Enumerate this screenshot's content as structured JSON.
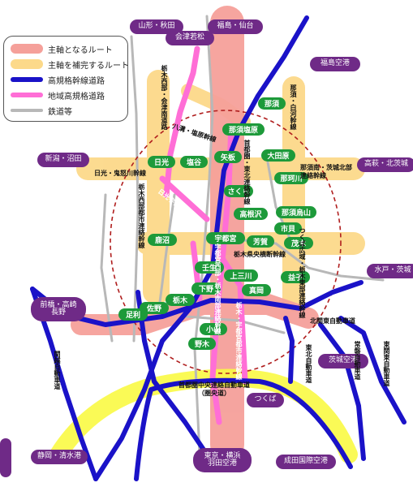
{
  "legend": {
    "main_axis": "主軸となるルート",
    "supplement_axis": "主軸を補完するルート",
    "highway": "高規格幹線道路",
    "regional_highway": "地域高規格道路",
    "railway": "鉄道等"
  },
  "colors": {
    "main_axis": "#f5a09a",
    "supplement_axis": "#fcd98a",
    "highway": "#1a12c8",
    "regional_highway": "#ff6ed6",
    "railway": "#b8b8b8",
    "city_marker": "#1d9a3a",
    "destination_marker": "#6f2a87",
    "boundary": "#b01e1e"
  },
  "destinations": {
    "yamagata_akita": "山形・秋田",
    "aizu_wakamatsu": "会津若松",
    "fukushima_sendai": "福島・仙台",
    "fukushima_airport": "福島空港",
    "niigata_numata": "新潟・沼田",
    "takahagi_hokusui": "高萩・北茨城",
    "mito_ibaraki": "水戸・茨城",
    "maebashi_takasaki_nagano": "前橋・高崎\n長野",
    "ibaraki_airport": "茨城空港",
    "tsukuba": "つくば",
    "shizuoka_shimizu": "静岡・清水港",
    "tokyo_yokohama": "東京・横浜\n羽田空港",
    "narita_airport": "成田国際空港"
  },
  "cities": {
    "nasu": "那須",
    "nasushiobara": "那須塩原",
    "otawara": "大田原",
    "nakagawa": "那珂川",
    "yaita": "矢板",
    "nikko": "日光",
    "shioya": "塩谷",
    "sakura": "さくら",
    "takanezawa": "高根沢",
    "nasukarasuyama": "那須烏山",
    "ichikai": "市貝",
    "utsunomiya": "宇都宮",
    "haga": "芳賀",
    "kanuma": "鹿沼",
    "motegi": "茂木",
    "mibu": "壬生",
    "kaminokawa": "上三川",
    "mashiko": "益子",
    "shimotsuke": "下野",
    "moka": "真岡",
    "tochigi": "栃木",
    "sano": "佐野",
    "ashikaga": "足利",
    "oyama": "小山",
    "nogi": "野木"
  },
  "road_labels": {
    "yashio_kansen": "八溝・塩原幹線",
    "nikko_kinugawa": "日光・鬼怒川幹線",
    "nasu_shirakawa": "那須・白河幹線",
    "nasuminami_ibaraki": "那須南・茨城北部\n連絡幹線",
    "tochigi_ouke": "栃木県央横断幹線",
    "tochigi_seibu": "栃木西部都市連絡幹線",
    "toto_aizu": "栃木西部・会津南道路",
    "nikko_utsunomiya": "日光宇都宮道路",
    "shuto_tohoku": "首都圏・東北連絡幹線",
    "tsukuba_tohoku": "つくば広域・栃木東部連絡幹線",
    "utsunomiya_nishi": "宇都宮西部・栃木南部連絡幹線",
    "shuto_utsunomiya": "栃木・宇都宮都市連絡幹線",
    "kitakanto_expwy": "北関東自動車道",
    "kanetsu_expwy": "関越自動車道",
    "tohoku_expwy": "東北自動車道",
    "joban_expwy": "常磐自動車道",
    "higashi_kanto_expwy": "東関東自動車道",
    "ken_o_do": "首都圏中央連絡自動車道\n（圏央道）"
  }
}
